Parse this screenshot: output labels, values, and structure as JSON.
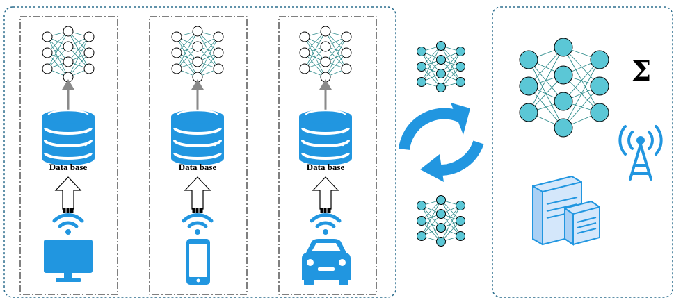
{
  "clients": [
    {
      "label": "Data base",
      "device": "monitor-icon"
    },
    {
      "label": "Data base",
      "device": "smartphone-icon"
    },
    {
      "label": "Data base",
      "device": "car-icon"
    }
  ],
  "server": {
    "aggregation_symbol": "Σ"
  },
  "colors": {
    "accent": "#2196e0",
    "node_small": "#ffffff",
    "node_server": "#5bc7d6",
    "edges": "#2b8a8a",
    "frame": "#2d6e8e",
    "arrow_gray": "#8a8a8a"
  }
}
